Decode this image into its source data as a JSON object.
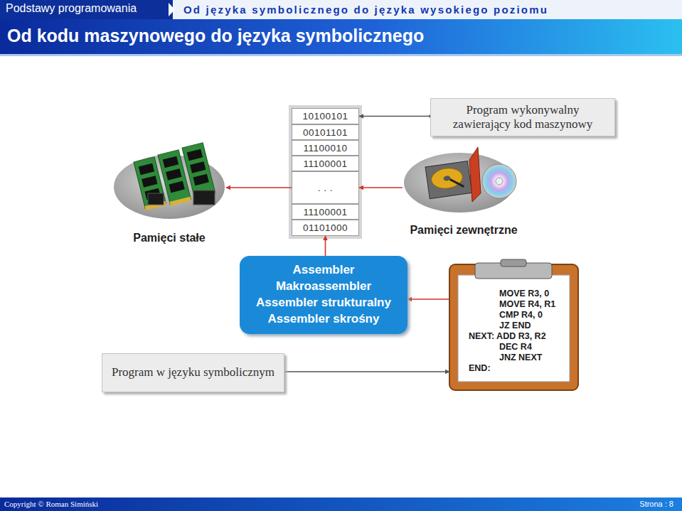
{
  "diagram": {
    "title": "Od kodu maszynowego do języka symbolicznego",
    "nodes": [
      {
        "text": [
          "Program wykonywalny zawierający kod maszynowy"
        ]
      },
      {
        "text": [
          "10100101"
        ]
      },
      {
        "text": [
          "00101101"
        ]
      },
      {
        "text": [
          "11100010"
        ]
      },
      {
        "text": [
          "11100001"
        ]
      },
      {
        "text": [
          ". . ."
        ]
      },
      {
        "text": [
          "11100001"
        ]
      },
      {
        "text": [
          "01101000"
        ]
      },
      {
        "text": [
          "Pamięci stałe"
        ]
      },
      {
        "text": [
          "Pamięci zewnętrzne"
        ]
      },
      {
        "text": [
          "Assembler",
          "Makroassembler",
          "Assembler strukturalny",
          "Assembler skrośny"
        ]
      },
      {
        "text": [
          "MOVE R3, 0",
          "MOVE R4, R1",
          "CMP R4, 0",
          "JZ END",
          "NEXT: ADD R3, R2",
          "DEC R4",
          "JNZ NEXT",
          "END:"
        ]
      },
      {
        "text": [
          "Program w języku symbolicznym"
        ]
      }
    ],
    "edges": [
      {
        "from": 0,
        "to": 1,
        "arrow": "to"
      },
      {
        "from": 9,
        "to": 5,
        "arrow": "to"
      },
      {
        "from": 5,
        "to": 8,
        "arrow": "to"
      },
      {
        "from": 10,
        "to": 7,
        "arrow": "to"
      },
      {
        "from": 11,
        "to": 10,
        "arrow": "to"
      },
      {
        "from": 12,
        "to": 11,
        "arrow": "to"
      }
    ],
    "labels": [
      "Podstawy programowania",
      "Od języka symbolicznego do języka wysokiego poziomu",
      "Copyright © Roman Simiński",
      "Strona : 8"
    ]
  }
}
